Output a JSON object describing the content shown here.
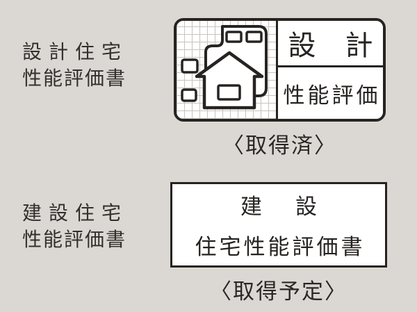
{
  "colors": {
    "background": "#dbd8d4",
    "ink": "#262321",
    "grid_line": "#c7c3bf",
    "panel_bg": "#ffffff"
  },
  "design_section": {
    "label_line1": "設計住宅",
    "label_line2": "性能評価書",
    "stamp": {
      "title": "設計",
      "subtitle": "性能評価",
      "icon": "house-floor-plan-icon"
    },
    "status": "〈取得済〉"
  },
  "construction_section": {
    "label_line1": "建設住宅",
    "label_line2": "性能評価書",
    "box": {
      "line1": "建設",
      "line2": "住宅性能評価書"
    },
    "status": "〈取得予定〉"
  }
}
